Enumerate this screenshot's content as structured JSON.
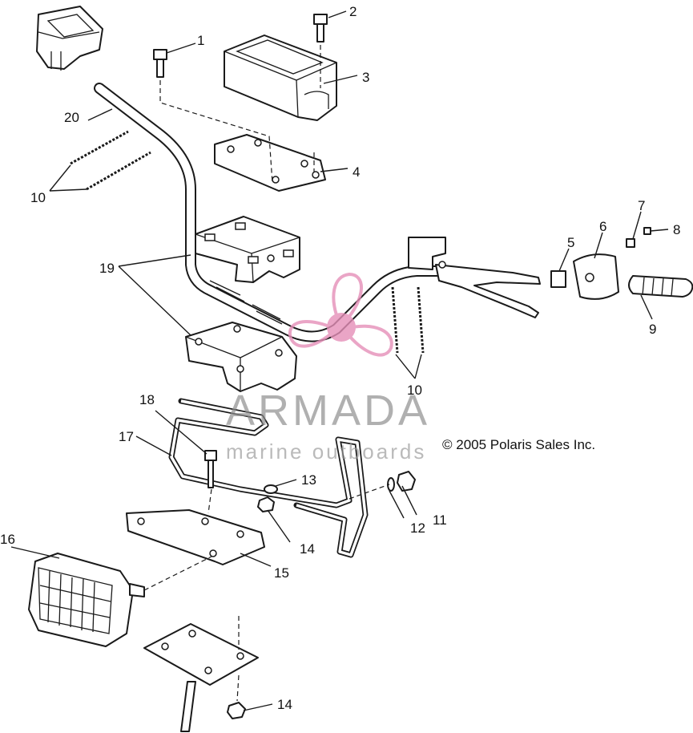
{
  "callouts": {
    "c1": "1",
    "c2": "2",
    "c3": "3",
    "c4": "4",
    "c5": "5",
    "c6": "6",
    "c7": "7",
    "c8": "8",
    "c9": "9",
    "c10a": "10",
    "c10b": "10",
    "c11": "11",
    "c12": "12",
    "c13": "13",
    "c14a": "14",
    "c14b": "14",
    "c15": "15",
    "c16": "16",
    "c17": "17",
    "c18": "18",
    "c19": "19",
    "c20": "20"
  },
  "copyright": "© 2005 Polaris Sales Inc.",
  "watermark": {
    "title": "ARMADA",
    "subtitle": "marine outboards",
    "color": "#e58fb8"
  }
}
